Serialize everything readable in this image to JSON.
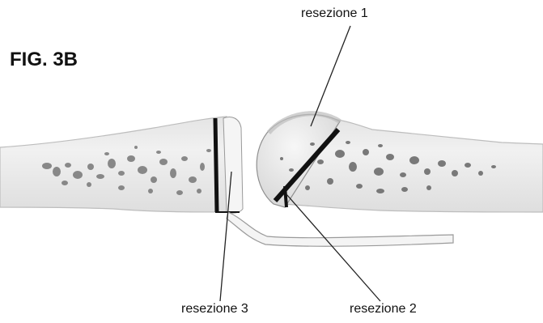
{
  "figure": {
    "label": "FIG. 3B",
    "callouts": {
      "resection_1": "resezione 1",
      "resection_2": "resezione 2",
      "resection_3": "resezione 3"
    }
  },
  "colors": {
    "bone_fill": "#efefef",
    "bone_shade": "#d9d9d9",
    "cartilage": "#f6f6f6",
    "pores": "#6d6d6d",
    "cut_line": "#111111",
    "leader_line": "#222222"
  }
}
